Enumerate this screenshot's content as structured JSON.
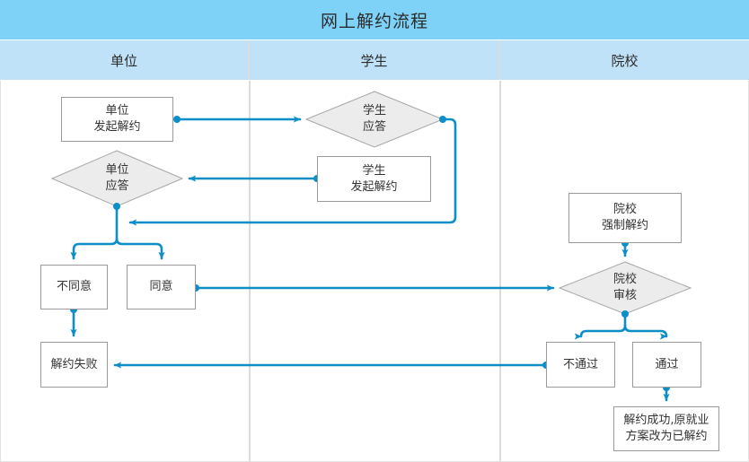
{
  "header": {
    "title": "网上解约流程",
    "columns": [
      {
        "label": "单位"
      },
      {
        "label": "学生"
      },
      {
        "label": "院校"
      }
    ]
  },
  "colors": {
    "title_bar": "#7ed2f7",
    "header_cell": "#bfe2f8",
    "connector": "#0d8ec6",
    "node_border": "#9a9a9a",
    "diamond_fill": "#ececec",
    "divider": "#dcdcdc",
    "text": "#333333"
  },
  "flow": {
    "nodes": [
      {
        "id": "unit-initiate",
        "lane": "单位",
        "shape": "box",
        "label": "单位\n发起解约"
      },
      {
        "id": "unit-respond",
        "lane": "单位",
        "shape": "diamond",
        "label": "单位\n应答"
      },
      {
        "id": "unit-disagree",
        "lane": "单位",
        "shape": "box",
        "label": "不同意"
      },
      {
        "id": "unit-agree",
        "lane": "单位",
        "shape": "box",
        "label": "同意"
      },
      {
        "id": "terminate-failed",
        "lane": "单位",
        "shape": "box",
        "label": "解约失败"
      },
      {
        "id": "student-respond",
        "lane": "学生",
        "shape": "diamond",
        "label": "学生\n应答"
      },
      {
        "id": "student-initiate",
        "lane": "学生",
        "shape": "box",
        "label": "学生\n发起解约"
      },
      {
        "id": "school-force",
        "lane": "院校",
        "shape": "box",
        "label": "院校\n强制解约"
      },
      {
        "id": "school-review",
        "lane": "院校",
        "shape": "diamond",
        "label": "院校\n审核"
      },
      {
        "id": "review-reject",
        "lane": "院校",
        "shape": "box",
        "label": "不通过"
      },
      {
        "id": "review-pass",
        "lane": "院校",
        "shape": "box",
        "label": "通过"
      },
      {
        "id": "terminate-success",
        "lane": "院校",
        "shape": "box",
        "label": "解约成功,原就业\n方案改为已解约"
      }
    ],
    "edges": [
      {
        "from": "unit-initiate",
        "to": "student-respond"
      },
      {
        "from": "student-initiate",
        "to": "unit-respond"
      },
      {
        "from": "student-respond",
        "to": "unit-respond"
      },
      {
        "from": "unit-respond",
        "to": "unit-disagree"
      },
      {
        "from": "unit-respond",
        "to": "unit-agree"
      },
      {
        "from": "unit-disagree",
        "to": "terminate-failed"
      },
      {
        "from": "unit-agree",
        "to": "school-review"
      },
      {
        "from": "school-force",
        "to": "school-review"
      },
      {
        "from": "school-review",
        "to": "review-reject"
      },
      {
        "from": "school-review",
        "to": "review-pass"
      },
      {
        "from": "review-reject",
        "to": "terminate-failed"
      },
      {
        "from": "review-pass",
        "to": "terminate-success"
      }
    ]
  }
}
